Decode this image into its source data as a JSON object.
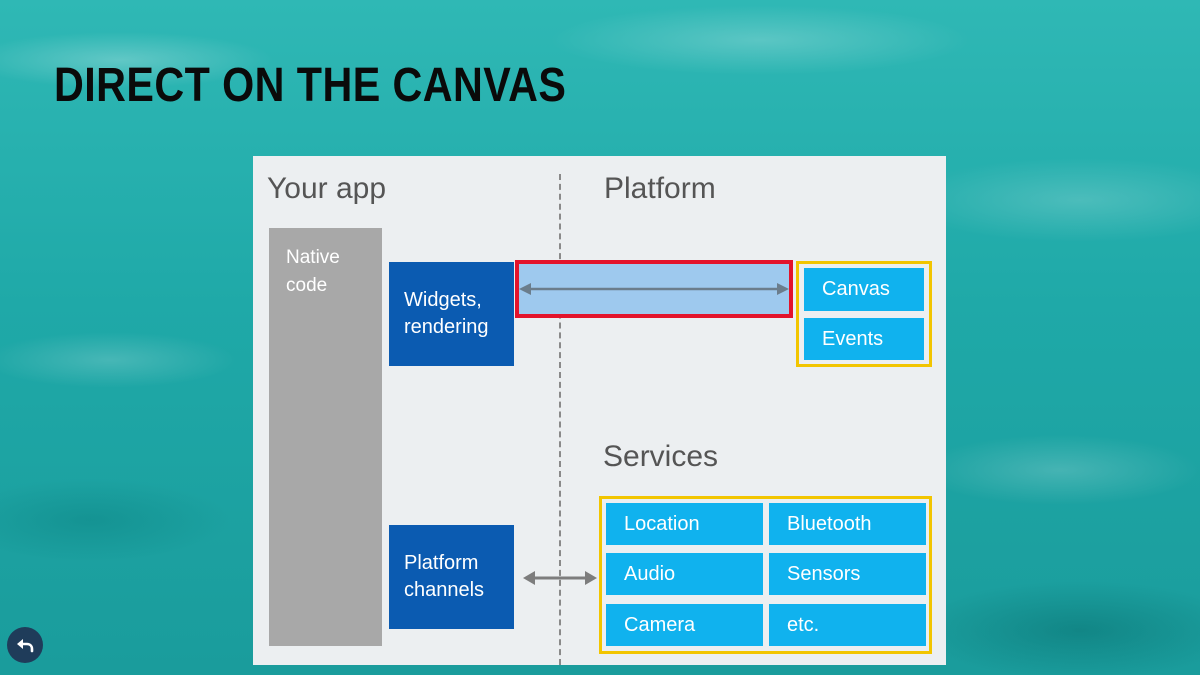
{
  "slide": {
    "title": "DIRECT ON THE CANVAS"
  },
  "diagram": {
    "your_app_label": "Your app",
    "platform_label": "Platform",
    "services_label": "Services",
    "native_code": "Native code",
    "widgets_rendering": "Widgets, rendering",
    "platform_channels": "Platform channels",
    "platform_items": [
      "Canvas",
      "Events"
    ],
    "services_items": [
      "Location",
      "Bluetooth",
      "Audio",
      "Sensors",
      "Camera",
      "etc."
    ]
  },
  "colors": {
    "background": "#1fa9a8",
    "panel": "#eceff1",
    "dark_blue": "#0b5bb1",
    "light_blue": "#10b2ee",
    "highlight_fill": "#9ec9ee",
    "highlight_border": "#e3132b",
    "frame": "#f2c500",
    "native_gray": "#a8a8a8"
  },
  "icons": {
    "back": "back-arrow-icon"
  }
}
